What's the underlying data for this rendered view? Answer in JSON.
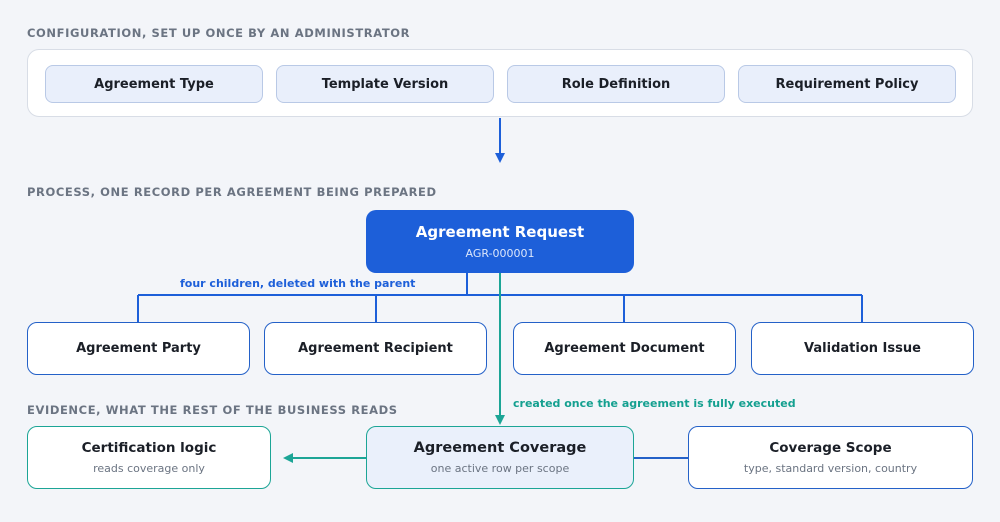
{
  "sections": {
    "configuration": "CONFIGURATION, SET UP ONCE BY AN ADMINISTRATOR",
    "process": "PROCESS, ONE RECORD PER AGREEMENT BEING PREPARED",
    "evidence": "EVIDENCE, WHAT THE REST OF THE BUSINESS READS"
  },
  "config_items": [
    "Agreement Type",
    "Template Version",
    "Role Definition",
    "Requirement Policy"
  ],
  "request": {
    "title": "Agreement Request",
    "id": "AGR-000001"
  },
  "children_note": "four children, deleted with the parent",
  "children": [
    "Agreement Party",
    "Agreement Recipient",
    "Agreement Document",
    "Validation Issue"
  ],
  "coverage_note": "created once the agreement is fully executed",
  "evidence": {
    "certification": {
      "title": "Certification logic",
      "sub": "reads coverage only"
    },
    "coverage": {
      "title": "Agreement Coverage",
      "sub": "one active row per scope"
    },
    "scope": {
      "title": "Coverage Scope",
      "sub": "type, standard version, country"
    }
  },
  "colors": {
    "blue": "#1d5fd9",
    "teal": "#14a090",
    "background": "#f3f5f9"
  }
}
